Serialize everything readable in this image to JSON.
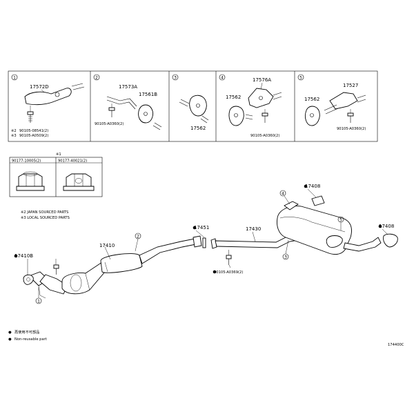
{
  "insets": [
    {
      "index": "1",
      "parts": [
        "17572D"
      ],
      "bolts": [
        "90105-08541(2)",
        "90105-A0509(2)"
      ],
      "bolt_marks": [
        "※2",
        "※3"
      ]
    },
    {
      "index": "2",
      "parts": [
        "17573A",
        "17561B"
      ],
      "bolts": [
        "90105-A0360(2)"
      ]
    },
    {
      "index": "3",
      "parts": [
        "17562"
      ]
    },
    {
      "index": "4",
      "parts": [
        "17562",
        "17576A"
      ],
      "bolts": [
        "90105-A0360(2)"
      ]
    },
    {
      "index": "5",
      "parts": [
        "17562",
        "17527"
      ],
      "bolts": [
        "90105-A0360(2)"
      ]
    }
  ],
  "nut_box": {
    "mark": "※1",
    "items": [
      {
        "part": "90177-10005(2)"
      },
      {
        "part": "90177-40021(2)"
      }
    ]
  },
  "source_notes": [
    "※2 JAPAN SOURCED PARTS",
    "※3 LOCAL SOURCED PARTS"
  ],
  "main": {
    "parts": {
      "front_pipe": "17410",
      "center_pipe": "17430",
      "gasket_front": "17410B",
      "gasket_mid": "17451",
      "tail_hanger_top": "17408",
      "tail_hanger_right": "17408",
      "bolt_center": "90105-A0369(2)"
    },
    "callouts": [
      "1",
      "2",
      "3",
      "4",
      "5"
    ]
  },
  "legend": [
    {
      "symbol": "●",
      "text": "再使用不可部品"
    },
    {
      "symbol": "●",
      "text": "Non-reusable part"
    }
  ],
  "figure_code": "174400C"
}
